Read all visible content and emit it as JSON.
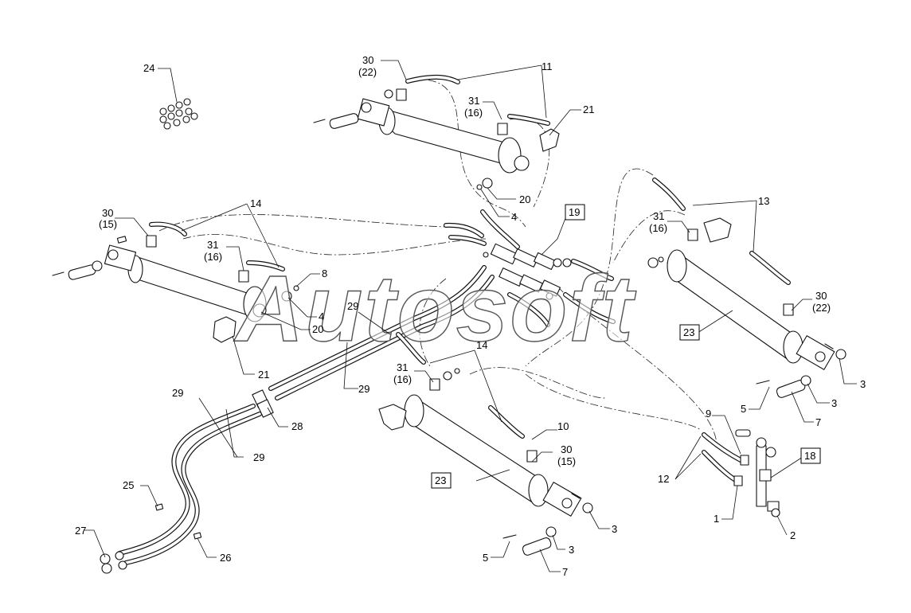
{
  "watermark": "Autosoft",
  "callouts": [
    {
      "id": "c24",
      "text": "24"
    },
    {
      "id": "c30a",
      "text": "30"
    },
    {
      "id": "c30a_sub",
      "text": "(22)"
    },
    {
      "id": "c11",
      "text": "11"
    },
    {
      "id": "c31a",
      "text": "31"
    },
    {
      "id": "c31a_sub",
      "text": "(16)"
    },
    {
      "id": "c21a",
      "text": "21"
    },
    {
      "id": "c20a",
      "text": "20"
    },
    {
      "id": "c4a",
      "text": "4"
    },
    {
      "id": "c19",
      "text": "19",
      "boxed": true
    },
    {
      "id": "c13",
      "text": "13"
    },
    {
      "id": "c31b",
      "text": "31"
    },
    {
      "id": "c31b_sub",
      "text": "(16)"
    },
    {
      "id": "c14a",
      "text": "14"
    },
    {
      "id": "c30b",
      "text": "30"
    },
    {
      "id": "c30b_sub",
      "text": "(15)"
    },
    {
      "id": "c31c",
      "text": "31"
    },
    {
      "id": "c31c_sub",
      "text": "(16)"
    },
    {
      "id": "c8",
      "text": "8"
    },
    {
      "id": "c4b",
      "text": "4"
    },
    {
      "id": "c20b",
      "text": "20"
    },
    {
      "id": "c21b",
      "text": "21"
    },
    {
      "id": "c29a",
      "text": "29"
    },
    {
      "id": "c30c",
      "text": "30"
    },
    {
      "id": "c30c_sub",
      "text": "(22)"
    },
    {
      "id": "c23a",
      "text": "23",
      "boxed": true
    },
    {
      "id": "c3a",
      "text": "3"
    },
    {
      "id": "c3b",
      "text": "3"
    },
    {
      "id": "c7a",
      "text": "7"
    },
    {
      "id": "c5a",
      "text": "5"
    },
    {
      "id": "c14b",
      "text": "14"
    },
    {
      "id": "c31d",
      "text": "31"
    },
    {
      "id": "c31d_sub",
      "text": "(16)"
    },
    {
      "id": "c29b",
      "text": "29"
    },
    {
      "id": "c29c",
      "text": "29"
    },
    {
      "id": "c28",
      "text": "28"
    },
    {
      "id": "c29d",
      "text": "29"
    },
    {
      "id": "c10",
      "text": "10"
    },
    {
      "id": "c30d",
      "text": "30"
    },
    {
      "id": "c30d_sub",
      "text": "(15)"
    },
    {
      "id": "c23b",
      "text": "23",
      "boxed": true
    },
    {
      "id": "c9",
      "text": "9"
    },
    {
      "id": "c18",
      "text": "18",
      "boxed": true
    },
    {
      "id": "c12",
      "text": "12"
    },
    {
      "id": "c1",
      "text": "1"
    },
    {
      "id": "c2",
      "text": "2"
    },
    {
      "id": "c25",
      "text": "25"
    },
    {
      "id": "c27",
      "text": "27"
    },
    {
      "id": "c26",
      "text": "26"
    },
    {
      "id": "c3c",
      "text": "3"
    },
    {
      "id": "c3d",
      "text": "3"
    },
    {
      "id": "c5b",
      "text": "5"
    },
    {
      "id": "c7b",
      "text": "7"
    }
  ]
}
